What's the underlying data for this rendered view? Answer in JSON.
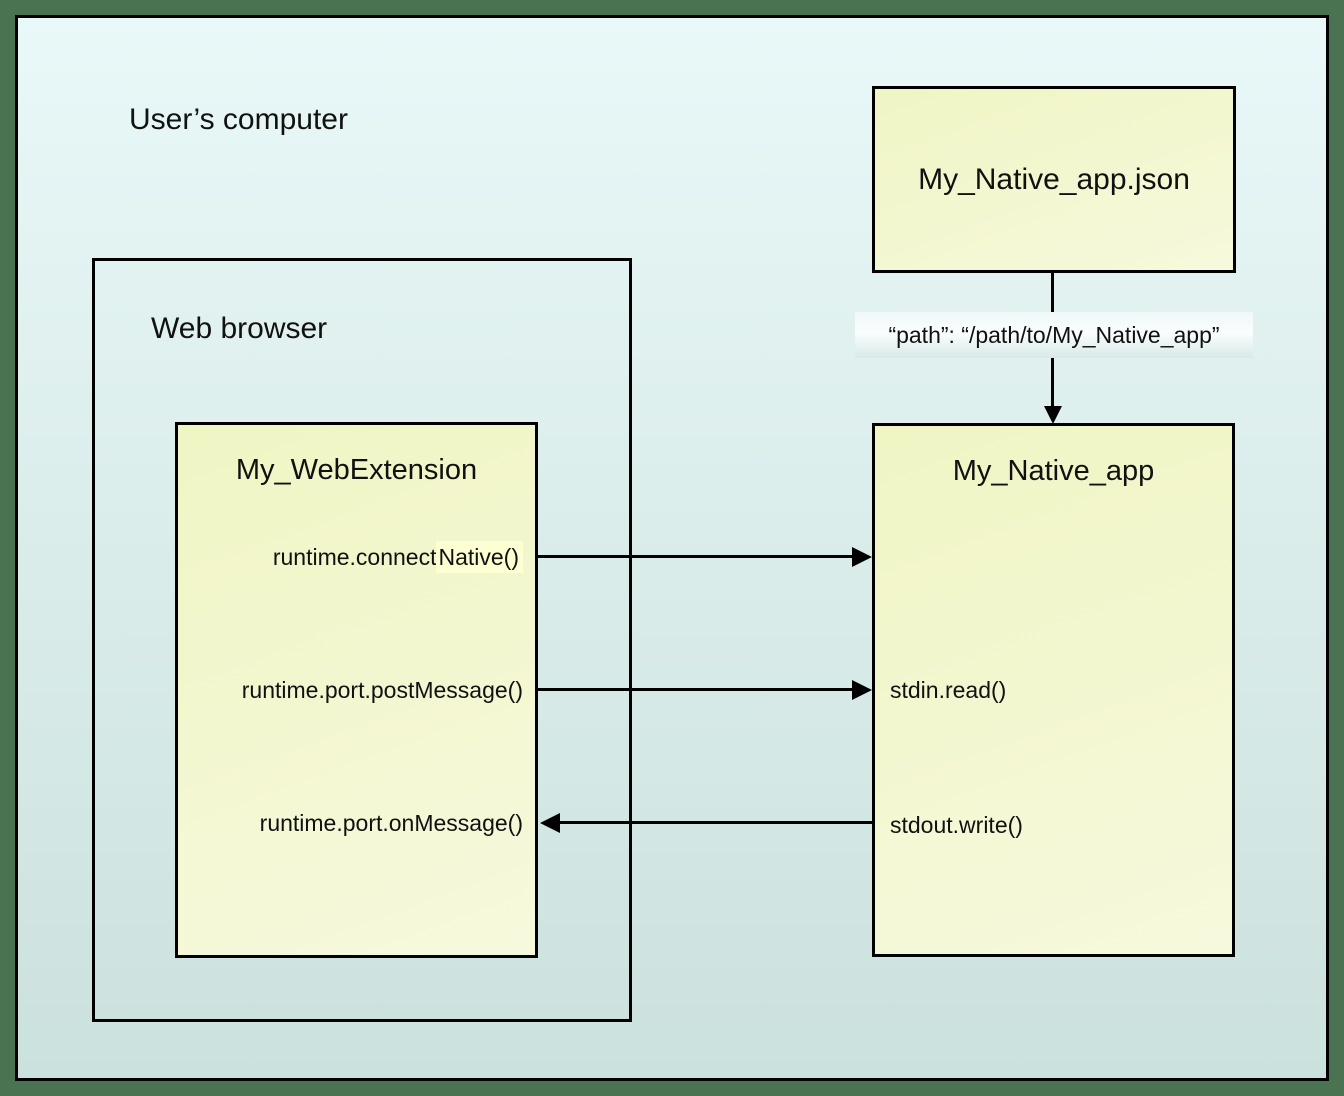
{
  "colors": {
    "outer_margin": "#4a7451",
    "bg_top": "#e9f8f8",
    "bg_bottom": "#cbe1dd",
    "box_fill_top": "#f0f5c4",
    "box_fill_bottom": "#f6f9dc",
    "highlight": "#fdffd2",
    "band_top": "#eff8f8",
    "band_mid": "#fafdfd",
    "band_bottom": "#d8e9e9",
    "line": "#000000",
    "text": "#111111"
  },
  "labels": {
    "computer": "User’s computer",
    "browser": "Web browser"
  },
  "webext": {
    "title": "My_WebExtension",
    "connect_prefix": "runtime.connect",
    "connect_highlight": "Native()",
    "post_message": "runtime.port.postMessage()",
    "on_message": "runtime.port.onMessage()"
  },
  "native_app": {
    "title": "My_Native_app",
    "stdin": "stdin.read()",
    "stdout": "stdout.write()"
  },
  "manifest": {
    "title": "My_Native_app.json",
    "path_label": "“path”: “/path/to/My_Native_app”"
  }
}
